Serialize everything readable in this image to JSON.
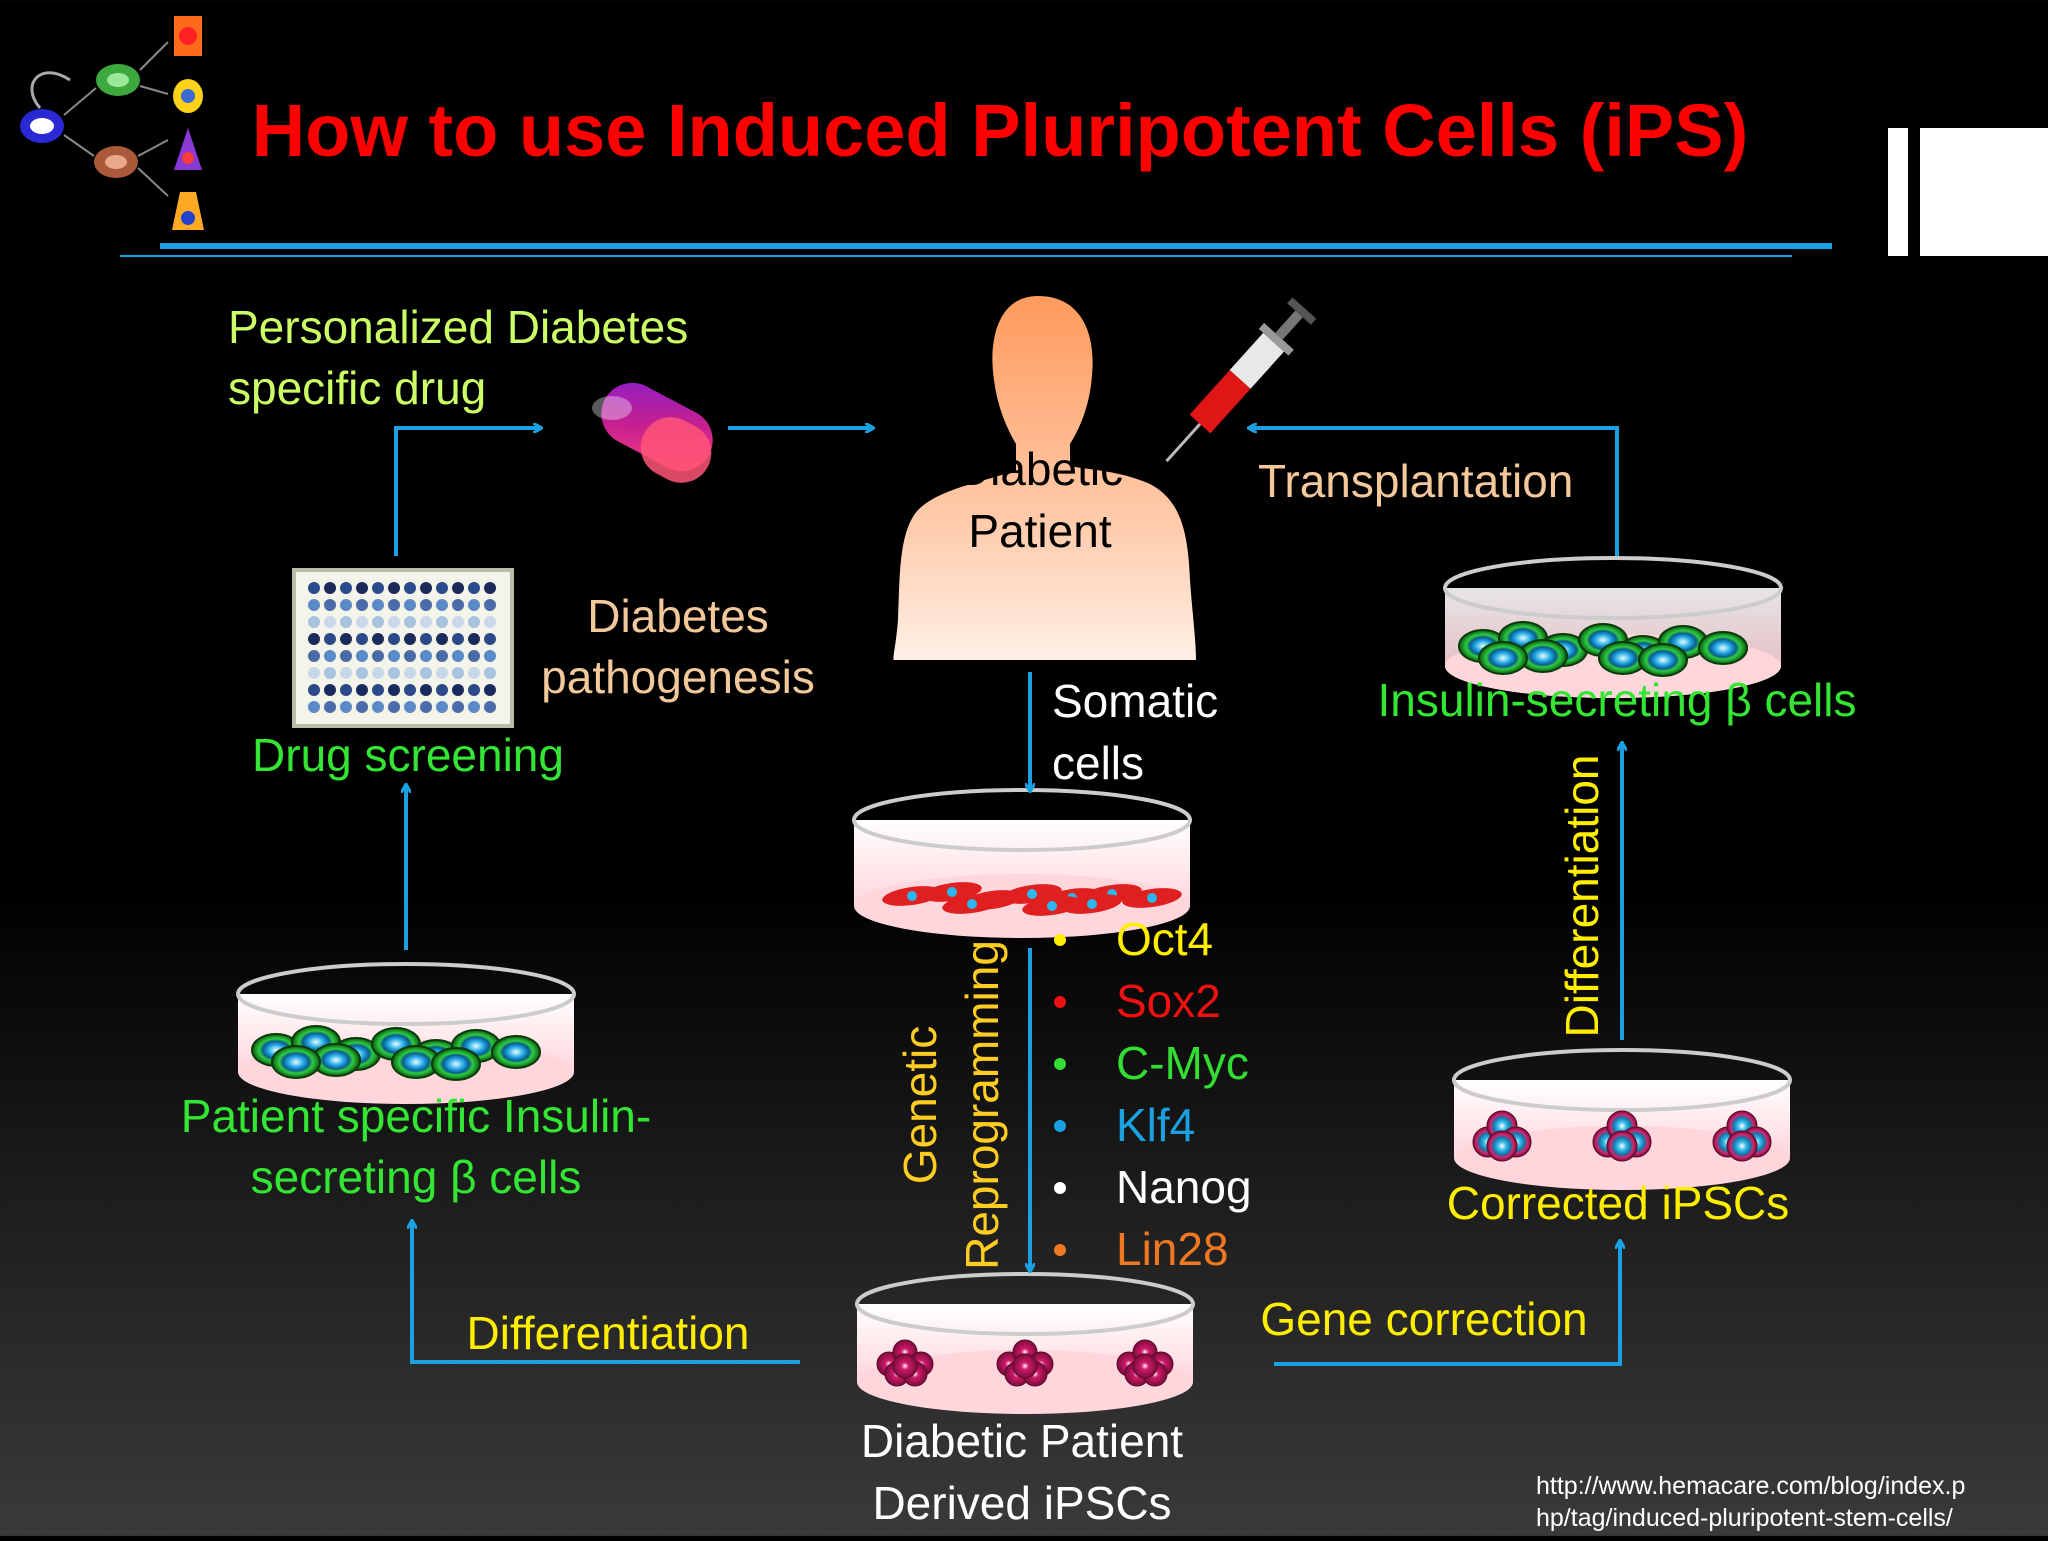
{
  "title": "How to use Induced Pluripotent Cells (iPS)",
  "colors": {
    "title": "#ff0000",
    "arrow": "#1ba1e2",
    "green_label": "#33e633",
    "yellow_green": "#ccff66",
    "peach": "#f3c89a",
    "white": "#ffffff",
    "yellow": "#ffee00"
  },
  "labels": {
    "personalized_drug_line1": "Personalized Diabetes",
    "personalized_drug_line2": "specific drug",
    "diabetic_patient_line1": "Diabetic",
    "diabetic_patient_line2": "Patient",
    "transplantation": "Transplantation",
    "diabetes_pathogenesis_line1": "Diabetes",
    "diabetes_pathogenesis_line2": "pathogenesis",
    "drug_screening": "Drug screening",
    "somatic_cells_line1": "Somatic",
    "somatic_cells_line2": "cells",
    "insulin_secreting": "Insulin-secreting β cells",
    "differentiation_vertical": "Differentiation",
    "genetic": "Genetic",
    "reprogramming": "Reprogramming",
    "patient_specific_line1": "Patient specific Insulin-",
    "patient_specific_line2": "secreting β cells",
    "corrected_ipscs": "Corrected iPSCs",
    "differentiation_bottom": "Differentiation",
    "gene_correction": "Gene correction",
    "derived_ipscs_line1": "Diabetic Patient",
    "derived_ipscs_line2": "Derived iPSCs",
    "source_line1": "http://www.hemacare.com/blog/index.p",
    "source_line2": "hp/tag/induced-pluripotent-stem-cells/"
  },
  "factors": [
    {
      "name": "Oct4",
      "color": "#ffee00"
    },
    {
      "name": "Sox2",
      "color": "#ee1111"
    },
    {
      "name": "C-Myc",
      "color": "#33dd33"
    },
    {
      "name": "Klf4",
      "color": "#1ba1e2"
    },
    {
      "name": "Nanog",
      "color": "#ffffff"
    },
    {
      "name": "Lin28",
      "color": "#f07820"
    }
  ],
  "icons": {
    "logo": "stem-cell-lineage-icon",
    "patient": "human-torso-icon",
    "syringe": "syringe-icon",
    "pill": "capsule-icon",
    "plate": "well-plate-icon"
  }
}
